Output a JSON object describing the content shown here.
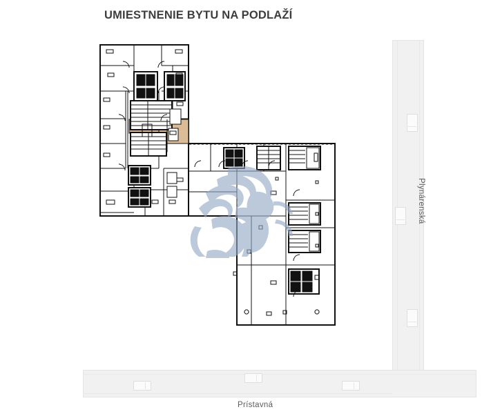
{
  "page": {
    "title": "UMIESTNENIE BYTU NA PODLAŽÍ",
    "language": "sk",
    "background_color": "#ffffff"
  },
  "colors": {
    "title_text": "#3d3d3d",
    "highlight_unit_fill": "#dcbc96",
    "plan_wall_stroke": "#111111",
    "plan_room_fill": "#ffffff",
    "road_fill": "#f1f1f1",
    "road_stroke": "#e4e4e4",
    "street_label_text": "#5c5c5c",
    "watermark": "#93a9c6"
  },
  "streets": [
    {
      "name": "street-plynarenska",
      "label": "Plynárenská",
      "orientation": "vertical",
      "side": "right"
    },
    {
      "name": "street-pristavna",
      "label": "Prístavná",
      "orientation": "horizontal",
      "side": "bottom"
    }
  ],
  "vehicles": [
    {
      "name": "vehicle-plynarenska-north",
      "orientation": "vertical"
    },
    {
      "name": "vehicle-plynarenska-mid",
      "orientation": "vertical"
    },
    {
      "name": "vehicle-plynarenska-south",
      "orientation": "vertical"
    },
    {
      "name": "vehicle-pristavna-west",
      "orientation": "horizontal"
    },
    {
      "name": "vehicle-pristavna-center",
      "orientation": "horizontal"
    },
    {
      "name": "vehicle-pristavna-east",
      "orientation": "horizontal"
    }
  ],
  "floor_plan": {
    "shape": "L-shaped",
    "wings": [
      {
        "name": "north-wing",
        "description": "Upper left residential wing with apartments and two stair/lift cores"
      },
      {
        "name": "south-wing",
        "description": "Lower right wing with open plan areas and stair/lift cores"
      }
    ],
    "highlighted_unit": {
      "name": "highlighted-apartment",
      "description": "Selected apartment highlighted in tan, located on the east side of the north wing near the junction of the two wings",
      "fill": "#dcbc96"
    },
    "cores": 5,
    "legend": []
  },
  "watermark": {
    "name": "lion-watermark",
    "description": "Stylised heraldic lion watermark in pale blue-grey over the centre of the plan",
    "color": "#93a9c6",
    "opacity": 0.55
  }
}
